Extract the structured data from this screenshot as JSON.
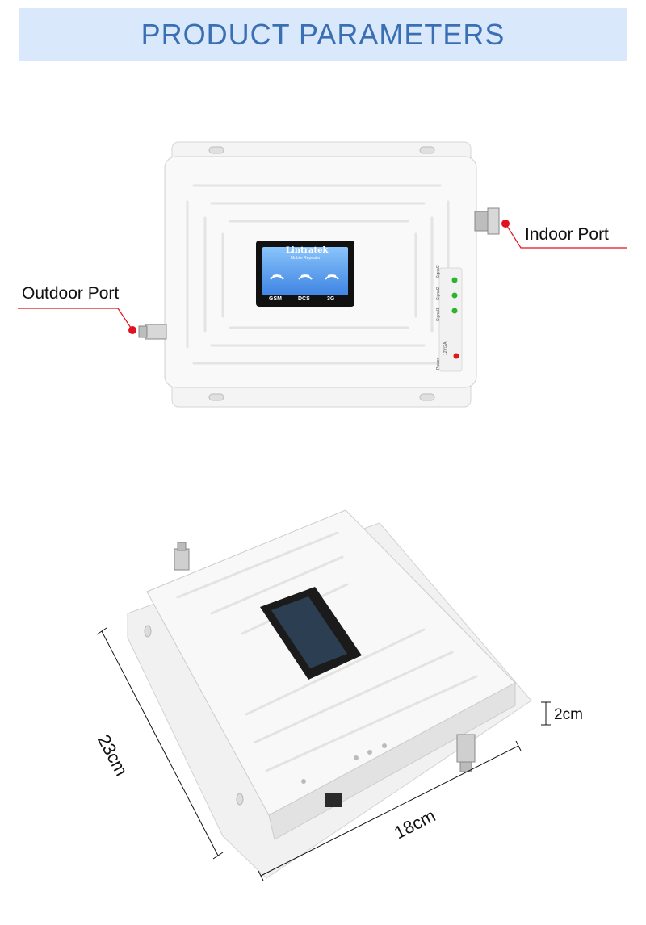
{
  "header": {
    "title": "PRODUCT PARAMETERS"
  },
  "front_view": {
    "indoor_port_label": "Indoor Port",
    "outdoor_port_label": "Outdoor Port",
    "brand": "Lintratek",
    "screen_subtitle": "Mobile Repeater",
    "bands": [
      "GSM",
      "DCS",
      "3G"
    ],
    "indicator_labels": [
      "Signal3",
      "Signal2",
      "Signal1",
      "Power",
      "12V/2A"
    ],
    "indicator_colors": {
      "signal": "#2bb32b",
      "power": "#d81c1c"
    }
  },
  "angled_view": {
    "dimensions": {
      "length": "23cm",
      "width": "18cm",
      "height": "2cm"
    }
  },
  "colors": {
    "banner_bg": "#d9e8fb",
    "banner_text": "#3a6fb3",
    "pointer": "#e3101f"
  }
}
